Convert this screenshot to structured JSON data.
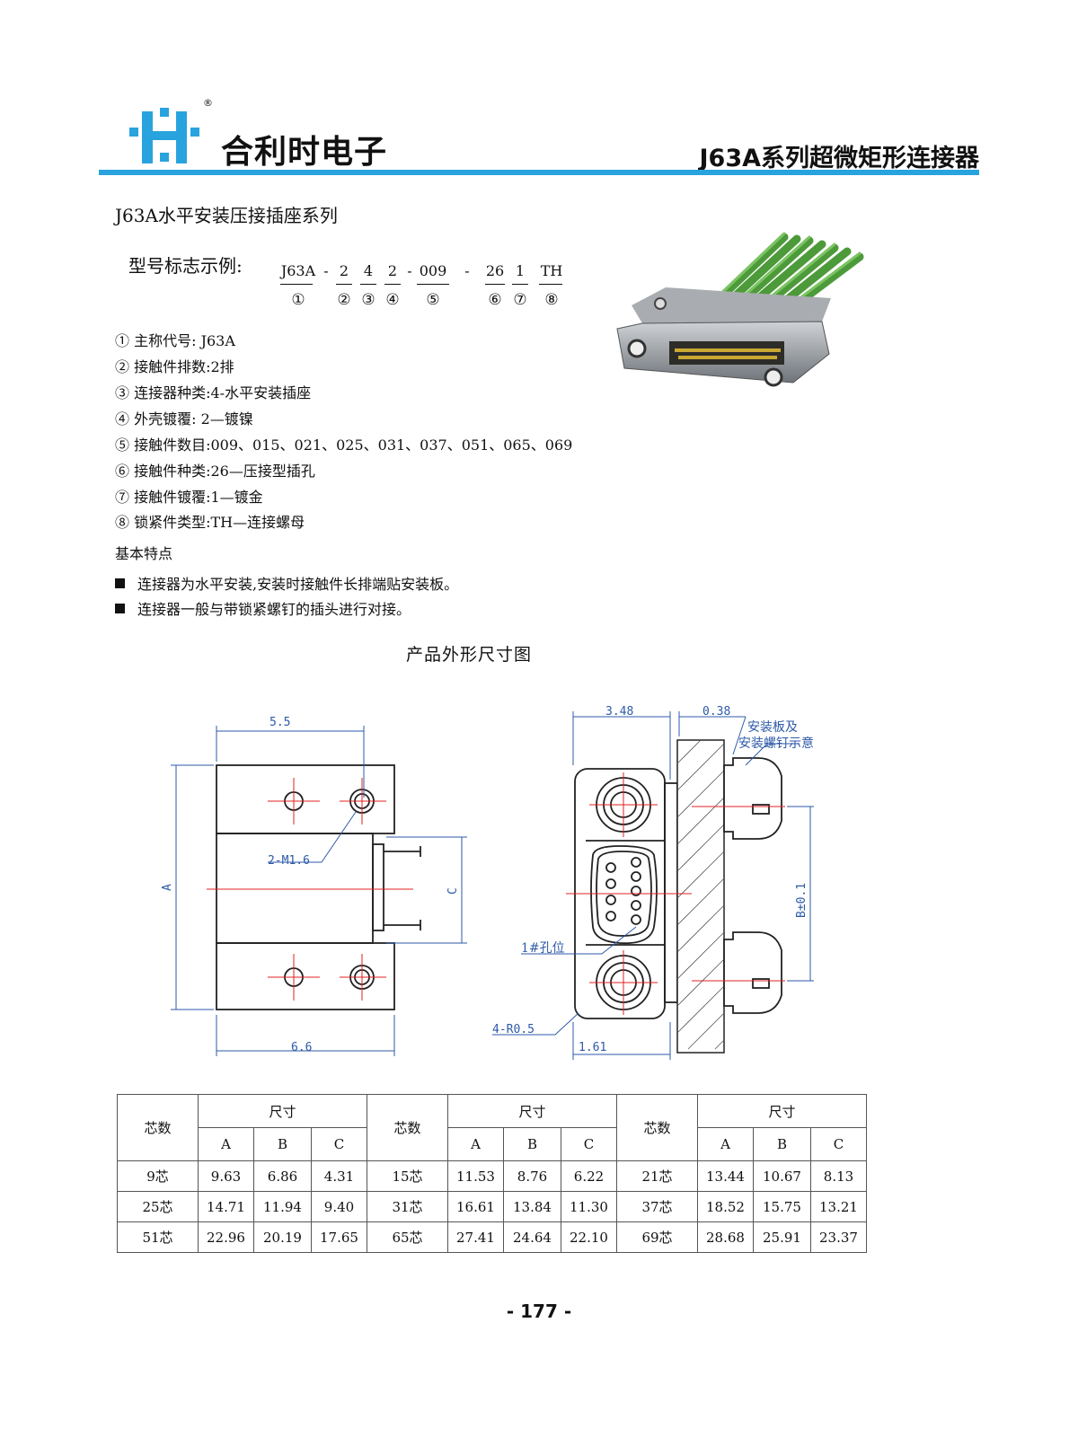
{
  "header": {
    "brand": "合利时电子",
    "series_title": "J63A系列超微矩形连接器",
    "registered": "®",
    "accent_color": "#29a3de"
  },
  "section_title": "J63A水平安装压接插座系列",
  "model_example": {
    "label": "型号标志示例:",
    "parts": [
      {
        "code": "J63A",
        "num": "①"
      },
      {
        "code": "-",
        "num": ""
      },
      {
        "code": "2",
        "num": "②"
      },
      {
        "code": "4",
        "num": "③"
      },
      {
        "code": "2",
        "num": "④"
      },
      {
        "code": "-",
        "num": ""
      },
      {
        "code": "009",
        "num": "⑤"
      },
      {
        "code": "-",
        "num": ""
      },
      {
        "code": "26",
        "num": "⑥"
      },
      {
        "code": "1",
        "num": "⑦"
      },
      {
        "code": "TH",
        "num": "⑧"
      }
    ]
  },
  "specs": [
    "① 主称代号: J63A",
    "② 接触件排数:2排",
    "③ 连接器种类:4-水平安装插座",
    "④ 外壳镀覆: 2—镀镍",
    "⑤ 接触件数目:009、015、021、025、031、037、051、065、069",
    "⑥ 接触件种类:26—压接型插孔",
    "⑦ 接触件镀覆:1—镀金",
    "⑧ 锁紧件类型:TH—连接螺母"
  ],
  "features": {
    "title": "基本特点",
    "items": [
      "连接器为水平安装,安装时接触件长排端贴安装板。",
      "连接器一般与带锁紧螺钉的插头进行对接。"
    ]
  },
  "diagram": {
    "title": "产品外形尺寸图",
    "labels": {
      "w55": "5.5",
      "w66": "6.6",
      "a": "A",
      "c": "C",
      "m16": "2-M1.6",
      "w348": "3.48",
      "w038": "0.38",
      "plate1": "安装板及",
      "plate2": "安装螺钉示意",
      "b": "B±0.1",
      "hole1": "1#孔位",
      "r05": "4-R0.5",
      "w161": "1.61"
    }
  },
  "table": {
    "col_core": "芯数",
    "col_size": "尺寸",
    "col_a": "A",
    "col_b": "B",
    "col_c": "C",
    "rows": [
      [
        [
          "9芯",
          "9.63",
          "6.86",
          "4.31"
        ],
        [
          "15芯",
          "11.53",
          "8.76",
          "6.22"
        ],
        [
          "21芯",
          "13.44",
          "10.67",
          "8.13"
        ]
      ],
      [
        [
          "25芯",
          "14.71",
          "11.94",
          "9.40"
        ],
        [
          "31芯",
          "16.61",
          "13.84",
          "11.30"
        ],
        [
          "37芯",
          "18.52",
          "15.75",
          "13.21"
        ]
      ],
      [
        [
          "51芯",
          "22.96",
          "20.19",
          "17.65"
        ],
        [
          "65芯",
          "27.41",
          "24.64",
          "22.10"
        ],
        [
          "69芯",
          "28.68",
          "25.91",
          "23.37"
        ]
      ]
    ]
  },
  "page_number": "- 177 -"
}
